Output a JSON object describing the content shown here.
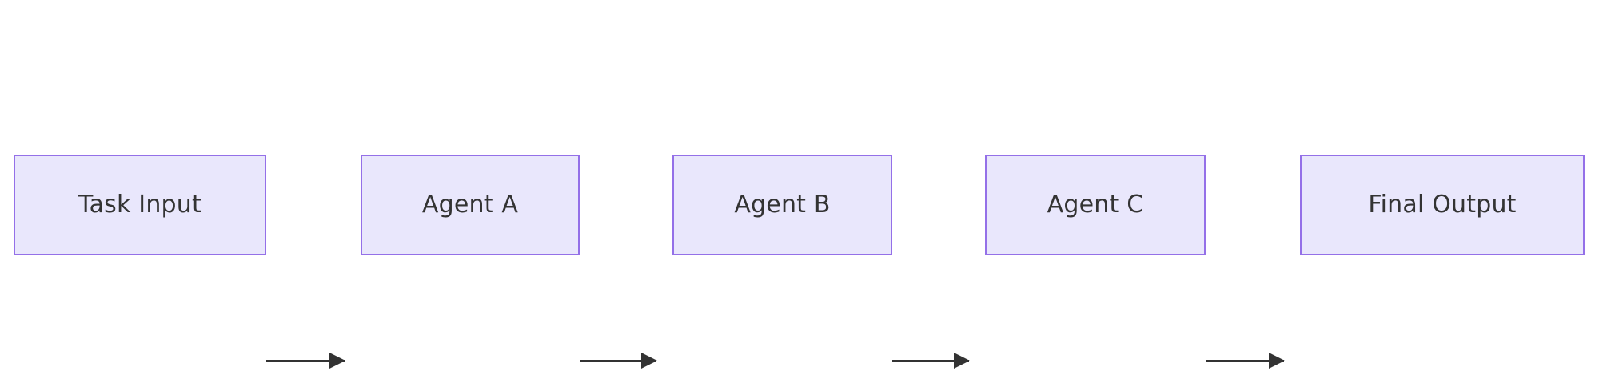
{
  "diagram": {
    "type": "flowchart",
    "orientation": "left-to-right",
    "background_color": "#ffffff",
    "node_fill_color": "#e9e7fc",
    "node_border_color": "#9470e8",
    "node_text_color": "#333333",
    "edge_color": "#333333",
    "nodes": [
      {
        "id": "task-input",
        "label": "Task Input"
      },
      {
        "id": "agent-a",
        "label": "Agent A"
      },
      {
        "id": "agent-b",
        "label": "Agent B"
      },
      {
        "id": "agent-c",
        "label": "Agent C"
      },
      {
        "id": "final-output",
        "label": "Final Output"
      }
    ],
    "edges": [
      {
        "id": "edge-1",
        "from": "task-input",
        "to": "agent-a",
        "arrowhead": "solid-triangle",
        "label": ""
      },
      {
        "id": "edge-2",
        "from": "agent-a",
        "to": "agent-b",
        "arrowhead": "solid-triangle",
        "label": ""
      },
      {
        "id": "edge-3",
        "from": "agent-b",
        "to": "agent-c",
        "arrowhead": "solid-triangle",
        "label": ""
      },
      {
        "id": "edge-4",
        "from": "agent-c",
        "to": "final-output",
        "arrowhead": "solid-triangle",
        "label": ""
      }
    ]
  }
}
